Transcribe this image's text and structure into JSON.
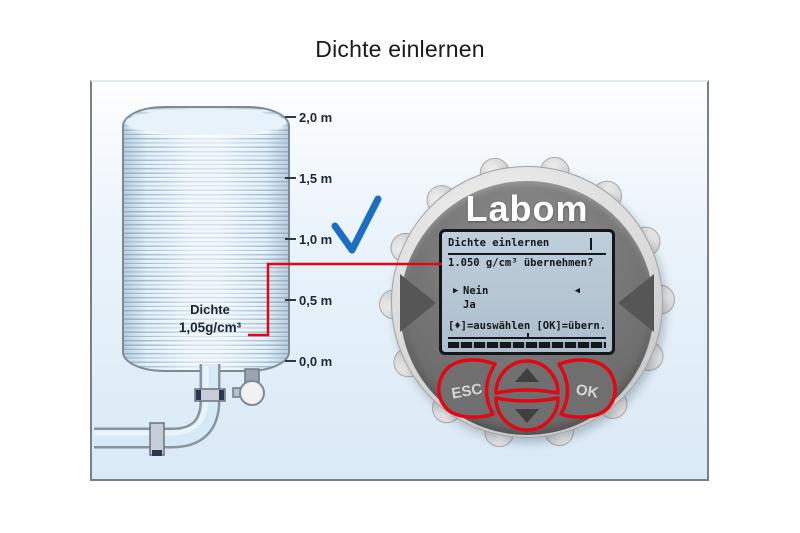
{
  "page": {
    "title": "Dichte einlernen"
  },
  "tank": {
    "scale": [
      "2,0 m",
      "1,5 m",
      "1,0 m",
      "0,5 m",
      "0,0 m"
    ],
    "density_label": {
      "line1": "Dichte",
      "line2": "1,05g/cm³"
    }
  },
  "device": {
    "brand": "Labom",
    "display": {
      "title": "Dichte einlernen",
      "question": "1.050 g/cm³ übernehmen?",
      "marker_left": "▶",
      "marker_right": "◀",
      "option_selected": "Nein",
      "option_other": "Ja",
      "softkey_select": "[♦]=auswählen",
      "softkey_ok": "[OK]=übern."
    },
    "buttons": {
      "esc": "ESC",
      "ok": "OK"
    }
  },
  "colors": {
    "connector_red": "#e30613",
    "check_blue": "#1c6fc0",
    "display_bg": "#b4c4d2",
    "button_outline": "#e30613"
  }
}
